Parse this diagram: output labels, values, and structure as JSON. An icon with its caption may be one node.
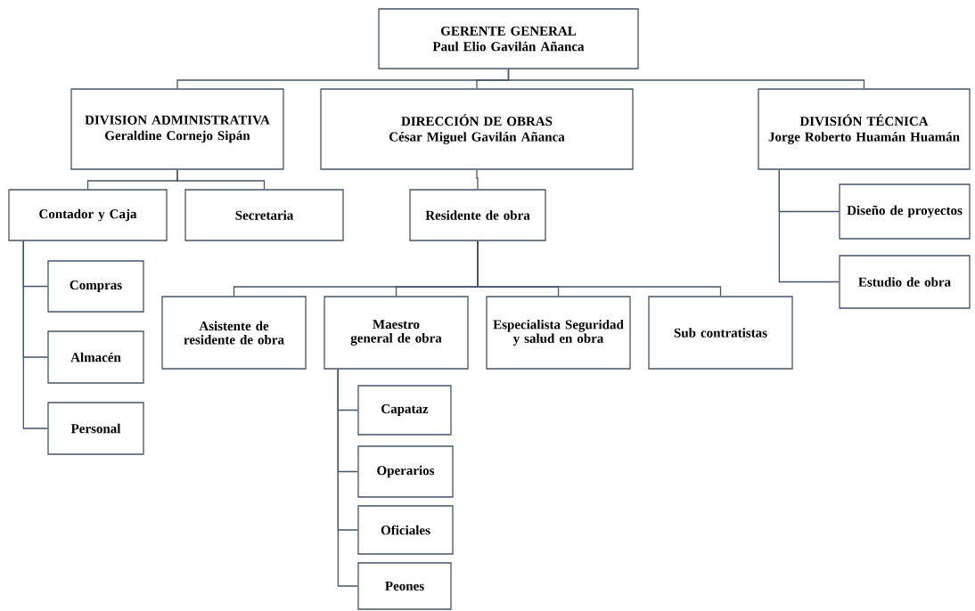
{
  "diagram": {
    "nodes": [
      {
        "text": [
          "GERENTE GENERAL",
          "Paul Elio Gavilán Añanca"
        ]
      },
      {
        "text": [
          "DIVISION ADMINISTRATIVA",
          "Geraldine Cornejo Sipán"
        ]
      },
      {
        "text": [
          "DIRECCIÓN DE OBRAS",
          "César Miguel Gavilán Añanca"
        ]
      },
      {
        "text": [
          "DIVISIÓN TÉCNICA",
          "Jorge Roberto Huamán Huamán"
        ]
      },
      {
        "text": [
          "Contador y Caja"
        ]
      },
      {
        "text": [
          "Secretaria"
        ]
      },
      {
        "text": [
          "Residente de obra"
        ]
      },
      {
        "text": [
          "Compras"
        ]
      },
      {
        "text": [
          "Almacén"
        ]
      },
      {
        "text": [
          "Personal"
        ]
      },
      {
        "text": [
          "Asistente de residente de obra"
        ]
      },
      {
        "text": [
          "Maestro general de obra"
        ]
      },
      {
        "text": [
          "Especialista Seguridad y salud en obra"
        ]
      },
      {
        "text": [
          "Sub contratistas"
        ]
      },
      {
        "text": [
          "Capataz"
        ]
      },
      {
        "text": [
          "Operarios"
        ]
      },
      {
        "text": [
          "Oficiales"
        ]
      },
      {
        "text": [
          "Peones"
        ]
      },
      {
        "text": [
          "Diseño de proyectos"
        ]
      },
      {
        "text": [
          "Estudio de obra"
        ]
      }
    ],
    "edges": [
      {
        "from": 0,
        "to": 1,
        "arrow": "none"
      },
      {
        "from": 0,
        "to": 2,
        "arrow": "none"
      },
      {
        "from": 0,
        "to": 3,
        "arrow": "none"
      },
      {
        "from": 1,
        "to": 4,
        "arrow": "none"
      },
      {
        "from": 1,
        "to": 5,
        "arrow": "none"
      },
      {
        "from": 2,
        "to": 6,
        "arrow": "none"
      },
      {
        "from": 4,
        "to": 7,
        "arrow": "none"
      },
      {
        "from": 4,
        "to": 8,
        "arrow": "none"
      },
      {
        "from": 4,
        "to": 9,
        "arrow": "none"
      },
      {
        "from": 6,
        "to": 10,
        "arrow": "none"
      },
      {
        "from": 6,
        "to": 11,
        "arrow": "none"
      },
      {
        "from": 6,
        "to": 12,
        "arrow": "none"
      },
      {
        "from": 6,
        "to": 13,
        "arrow": "none"
      },
      {
        "from": 11,
        "to": 14,
        "arrow": "none"
      },
      {
        "from": 11,
        "to": 15,
        "arrow": "none"
      },
      {
        "from": 11,
        "to": 16,
        "arrow": "none"
      },
      {
        "from": 11,
        "to": 17,
        "arrow": "none"
      },
      {
        "from": 3,
        "to": 18,
        "arrow": "none"
      },
      {
        "from": 3,
        "to": 19,
        "arrow": "none"
      }
    ]
  }
}
